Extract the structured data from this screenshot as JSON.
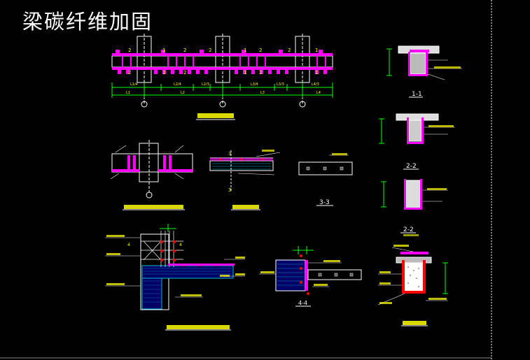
{
  "title": "梁碳纤维加固",
  "labels": {
    "sec11": "1-1",
    "sec22a": "2-2",
    "sec22b": "2-2",
    "sec33": "3-3",
    "sec44": "4-4",
    "num1": "1",
    "num2": "2",
    "num3": "3"
  },
  "colors": {
    "background": "#000000",
    "line": "#ffffff",
    "carbon": "#ff00ff",
    "dimension": "#00ff00",
    "anchor": "#ff0000",
    "text": "#ffff00",
    "hatch": "#00bcd4"
  }
}
